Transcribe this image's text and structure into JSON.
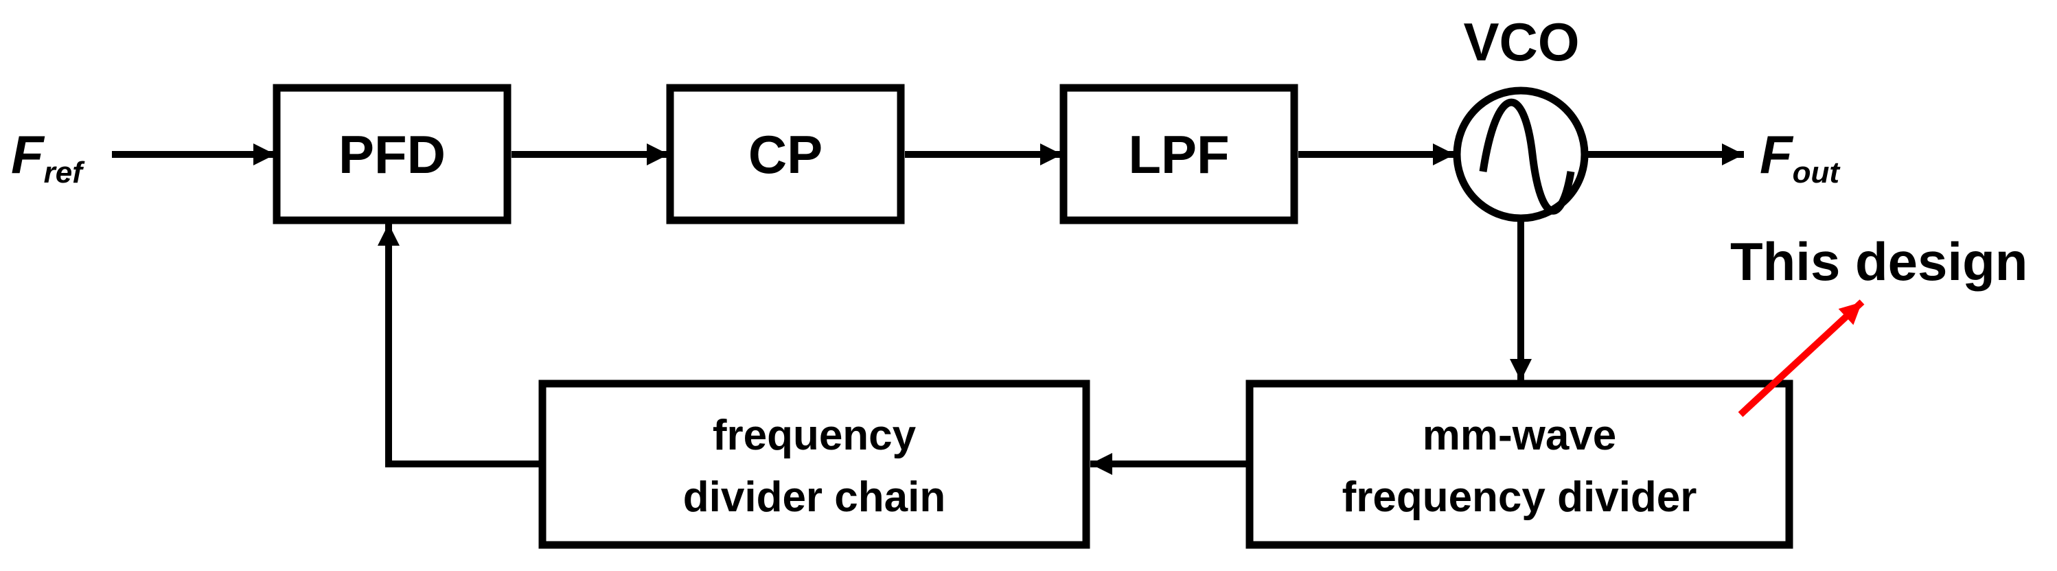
{
  "blocks": {
    "pfd": "PFD",
    "cp": "CP",
    "lpf": "LPF",
    "vco": "VCO",
    "mmwave_line1": "mm-wave",
    "mmwave_line2": "frequency divider",
    "chain_line1": "frequency",
    "chain_line2": "divider chain"
  },
  "signals": {
    "input_main": "F",
    "input_sub": "ref",
    "output_main": "F",
    "output_sub": "out"
  },
  "annotation": {
    "text": "This design",
    "color": "#ff0000"
  }
}
